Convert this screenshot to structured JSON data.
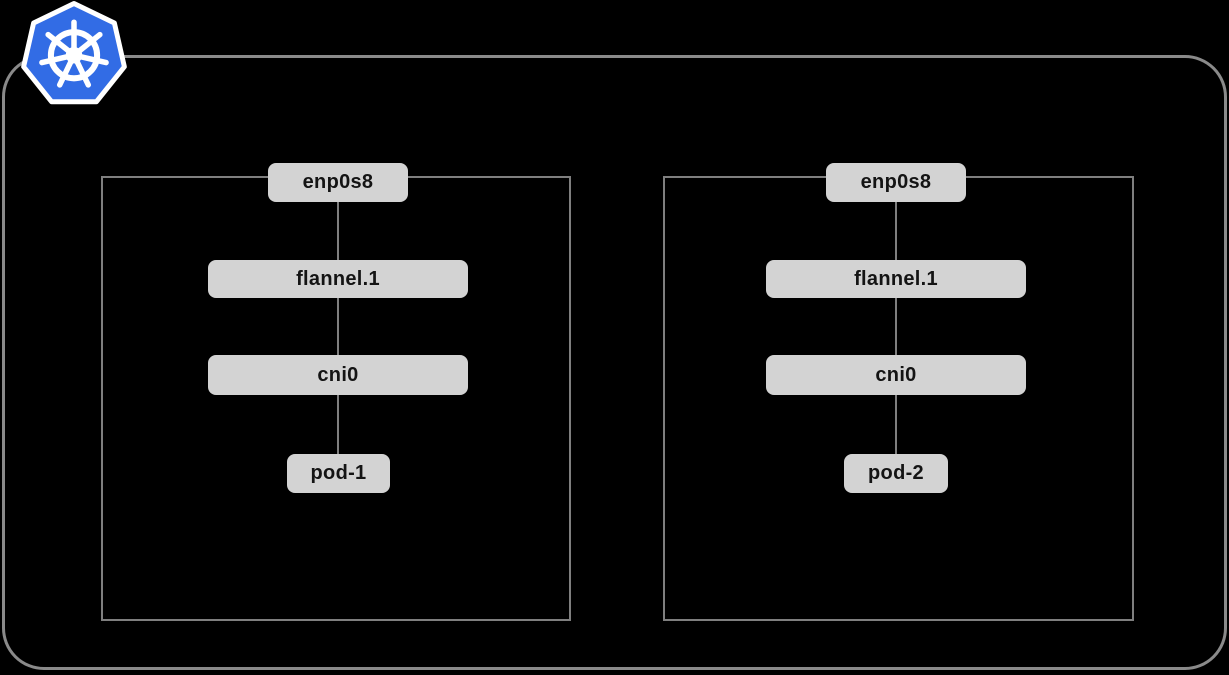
{
  "diagram": {
    "title": "kubernetes-flannel-network-diagram",
    "logo": "kubernetes-logo",
    "colors": {
      "background": "#000000",
      "cluster_border": "#8a8a8a",
      "node_border": "#7f7f7f",
      "connector_line": "#7f7f7f",
      "box_fill": "#d3d3d3",
      "box_text": "#141414",
      "kubernetes_blue": "#326ce5",
      "logo_wheel": "#ffffff"
    },
    "nodes": [
      {
        "nic": "enp0s8",
        "vxlan": "flannel.1",
        "bridge": "cni0",
        "pod": "pod-1"
      },
      {
        "nic": "enp0s8",
        "vxlan": "flannel.1",
        "bridge": "cni0",
        "pod": "pod-2"
      }
    ]
  }
}
